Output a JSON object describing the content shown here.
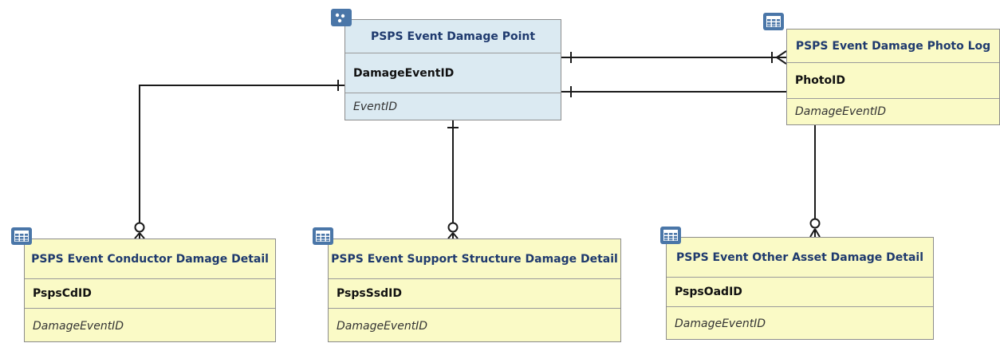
{
  "entities": {
    "damage_point": {
      "title": "PSPS Event Damage Point",
      "pk": "DamageEventID",
      "fk": "EventID",
      "icon": "feature-class-icon"
    },
    "photo_log": {
      "title": "PSPS Event Damage Photo Log",
      "pk": "PhotoID",
      "fk": "DamageEventID",
      "icon": "table-icon"
    },
    "conductor": {
      "title": "PSPS Event Conductor Damage Detail",
      "pk": "PspsCdID",
      "fk": "DamageEventID",
      "icon": "table-icon"
    },
    "support_structure": {
      "title": "PSPS Event Support Structure Damage Detail",
      "pk": "PspsSsdID",
      "fk": "DamageEventID",
      "icon": "table-icon"
    },
    "other_asset": {
      "title": "PSPS Event Other Asset Damage Detail",
      "pk": "PspsOadID",
      "fk": "DamageEventID",
      "icon": "table-icon"
    }
  },
  "colors": {
    "table_fill": "#fafac6",
    "feature_fill": "#dbeaf2",
    "title_text": "#1f3a6e",
    "icon_badge": "#4a76a8",
    "line": "#1a1a1a"
  },
  "relationships": [
    {
      "from": "damage_point",
      "to": "photo_log",
      "from_end": "one",
      "to_end": "many"
    },
    {
      "from": "damage_point",
      "to": "photo_log",
      "from_end": "one",
      "to_end": "one"
    },
    {
      "from": "damage_point",
      "to": "conductor",
      "from_end": "one",
      "to_end": "zero-or-many"
    },
    {
      "from": "damage_point",
      "to": "support_structure",
      "from_end": "one",
      "to_end": "zero-or-many"
    },
    {
      "from": "photo_log",
      "to": "other_asset",
      "from_end": "one",
      "to_end": "zero-or-many"
    }
  ]
}
